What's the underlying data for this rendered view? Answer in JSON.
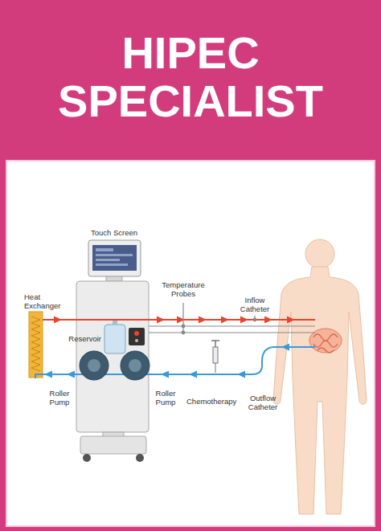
{
  "diagram": {
    "title": "HIPEC SPECIALIST",
    "labels": [
      "Touch Screen",
      "Heat Exchanger",
      "Temperature Probes",
      "Inflow Catheter",
      "Reservoir",
      "Roller Pump",
      "Roller Pump",
      "Chemotherapy",
      "Outflow Catheter"
    ]
  }
}
